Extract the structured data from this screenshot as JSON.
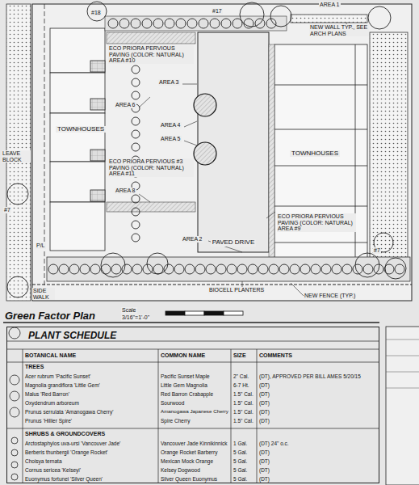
{
  "diagram": {
    "title": "Green Factor Plan",
    "nodes": [
      {
        "text": [
          "TOWNHOUSES"
        ]
      },
      {
        "text": [
          "PAVED DRIVE"
        ]
      },
      {
        "text": [
          "TOWNHOUSES"
        ]
      },
      {
        "text": [
          "PLANT SCHEDULE"
        ]
      }
    ],
    "labels": [
      "AREA 1",
      "#18",
      "#17",
      "NEW WALL TYP., SEE ARCH PLANS",
      "ECO PRIORA PERVIOUS PAVING (COLOR: NATURAL) AREA #10",
      "AREA 3",
      "AREA 6",
      "AREA 4",
      "AREA 5",
      "ECO PRIORA PERVIOUS #3 PAVING (COLOR: NATURAL) AREA #11",
      "AREA 8",
      "LEAVE BLOCK",
      "#7",
      "ECO PRIORA PERVIOUS PAVING (COLOR: NATURAL) AREA #9",
      "AREA 2",
      "P/L",
      "#7",
      "SIDE WALK",
      "BIOCELL PLANTERS",
      "NEW FENCE (TYP.)",
      "Scale",
      "3/16\"=1'-0\"",
      "BOTANICAL NAME",
      "COMMON NAME",
      "SIZE",
      "COMMENTS",
      "TREES",
      "Acer rubrum 'Pacific Sunset'",
      "Pacific Sunset Maple",
      "2\" Cal.",
      "(DT), APPROVED PER BILL AMES 5/20/15",
      "Magnolia grandiflora 'Little Gem'",
      "Little Gem Magnolia",
      "6-7 Ht.",
      "(DT)",
      "Malus 'Red Barron'",
      "Red Barron Crabapple",
      "1.5\" Cal.",
      "(DT)",
      "Oxydendrum arboreum",
      "Sourwood",
      "1.5\" Cal.",
      "(DT)",
      "Prunus serrulata 'Amanogawa Cherry'",
      "Amanogawa Japanese Cherry",
      "1.5\" Cal.",
      "(DT)",
      "Prunus 'Hillier Spire'",
      "Spire Cherry",
      "1.5\" Cal.",
      "(DT)",
      "SHRUBS & GROUNDCOVERS",
      "Arctostaphylos uva-ursi 'Vancouver Jade'",
      "Vancouver Jade Kinnikinnick",
      "1 Gal.",
      "(DT) 24\" o.c.",
      "Berberis thunbergii 'Orange Rocket'",
      "Orange Rocket Barberry",
      "5 Gal.",
      "(DT)",
      "Choisya ternata",
      "Mexican Mock Orange",
      "5 Gal.",
      "(DT)",
      "Cornus sericea 'Kelseyi'",
      "Kelsey Dogwood",
      "5 Gal.",
      "(DT)",
      "Euonymus fortunei 'Silver Queen'",
      "Silver Queen Euonymus",
      "5 Gal.",
      "(DT)"
    ]
  }
}
